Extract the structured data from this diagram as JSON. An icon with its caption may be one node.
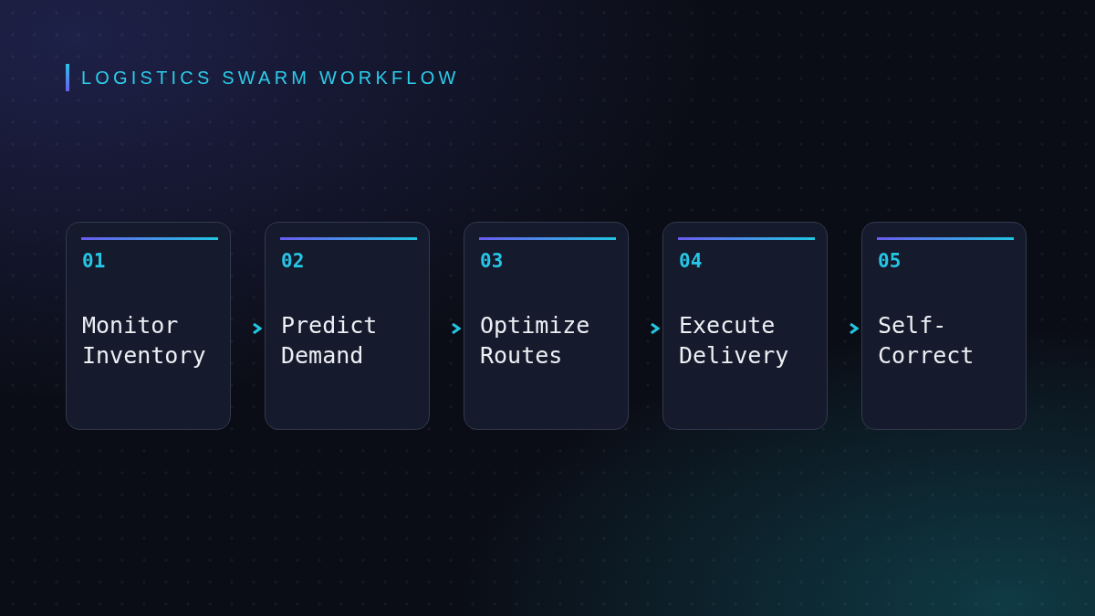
{
  "diagram": {
    "title": "LOGISTICS SWARM WORKFLOW",
    "nodes": [
      {
        "text": [
          "01",
          "Monitor Inventory"
        ]
      },
      {
        "text": [
          "02",
          "Predict Demand"
        ]
      },
      {
        "text": [
          "03",
          "Optimize Routes"
        ]
      },
      {
        "text": [
          "04",
          "Execute Delivery"
        ]
      },
      {
        "text": [
          "05",
          "Self-Correct"
        ]
      }
    ],
    "edges": [
      {
        "from": 0,
        "to": 1,
        "arrow": "to"
      },
      {
        "from": 1,
        "to": 2,
        "arrow": "to"
      },
      {
        "from": 2,
        "to": 3,
        "arrow": "to"
      },
      {
        "from": 3,
        "to": 4,
        "arrow": "to"
      }
    ]
  }
}
